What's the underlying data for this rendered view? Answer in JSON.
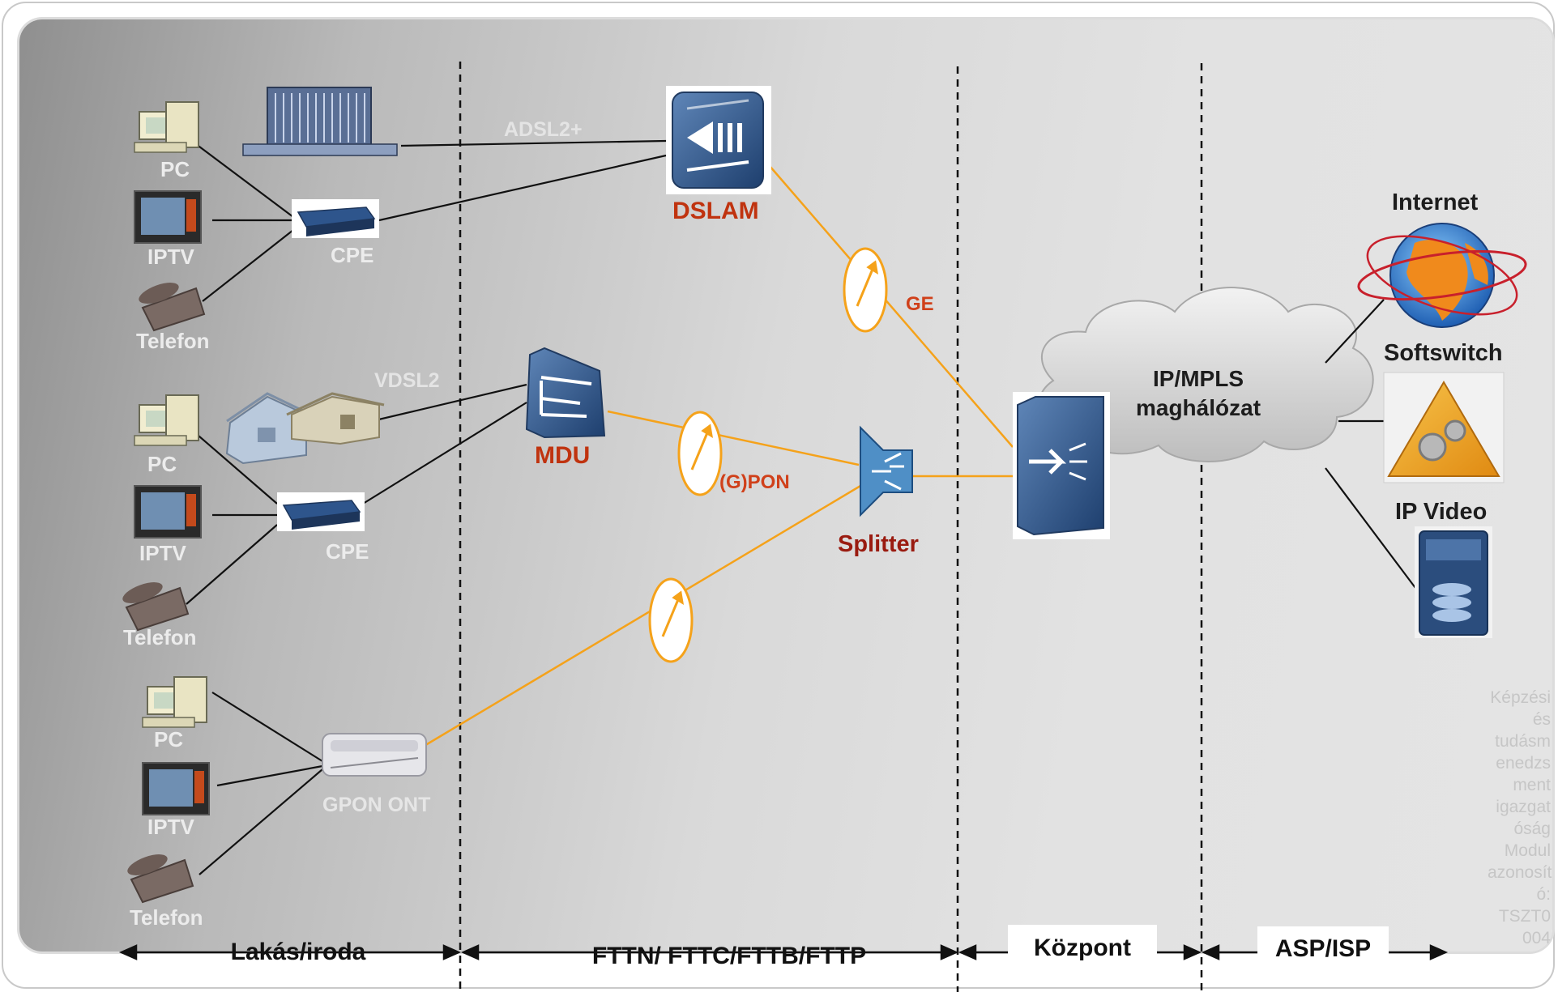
{
  "devices": {
    "pc": "PC",
    "iptv": "IPTV",
    "telefon": "Telefon",
    "cpe": "CPE",
    "gpon_ont": "GPON ONT"
  },
  "links": {
    "adsl": "ADSL2+",
    "vdsl": "VDSL2",
    "ge": "GE",
    "gpon": "(G)PON"
  },
  "nodes": {
    "dslam": "DSLAM",
    "mdu": "MDU",
    "splitter": "Splitter",
    "core": "IP/MPLS\nmaghálózat",
    "internet": "Internet",
    "softswitch": "Softswitch",
    "ipvideo": "IP Video"
  },
  "zones": {
    "home": "Lakás/iroda",
    "access": "FTTN/ FTTC/FTTB/FTTP",
    "central": "Központ",
    "asp": "ASP/ISP"
  },
  "side_text": [
    "Képzési",
    "és",
    "tudásm",
    "enedzs",
    "ment",
    "igazgat",
    "óság",
    "Modul",
    "azonosít",
    "ó:",
    "TSZT0",
    "004"
  ],
  "colors": {
    "fiber": "#f5a21a",
    "copper": "#111111",
    "accent_red": "#c0330f"
  }
}
